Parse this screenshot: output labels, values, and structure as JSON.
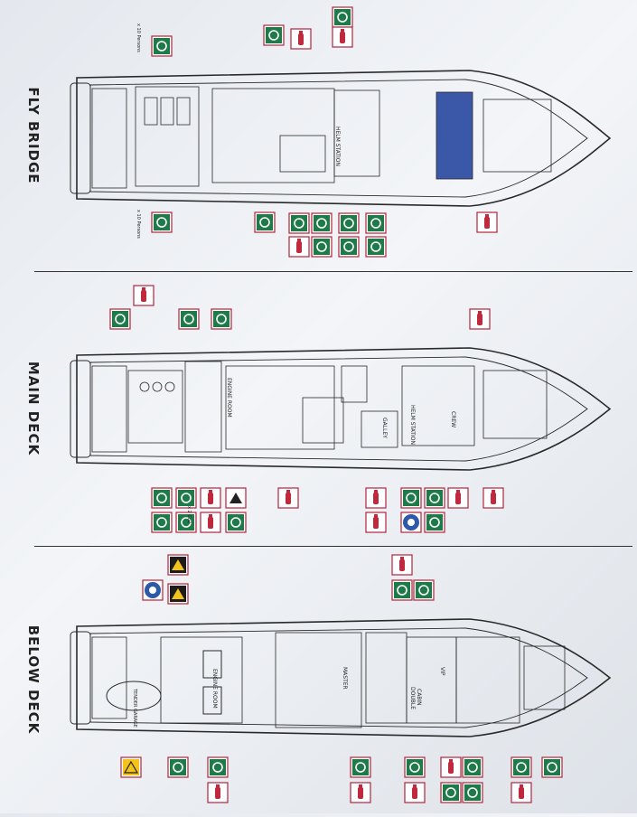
{
  "decks": {
    "fly_bridge": {
      "title": "FLY BRIDGE",
      "labels": {
        "helm_station": "HELM STATION",
        "raft_capacity_top": "x 10 Persons",
        "raft_capacity_bottom": "x 10 Persons"
      }
    },
    "main_deck": {
      "title": "MAIN DECK",
      "labels": {
        "engine_room": "ENGINE ROOM",
        "galley": "GALLEY",
        "helm_station": "HELM STATION",
        "crew": "CREW",
        "fire_extinguisher_count": "x 2 Co2"
      }
    },
    "below_deck": {
      "title": "BELOW DECK",
      "labels": {
        "engine_room": "ENGINE ROOM",
        "master": "MASTER",
        "vip": "VIP",
        "double": "DOUBLE",
        "cabin": "CABIN",
        "tender_label": "TENDER GARAGE"
      }
    }
  },
  "colors": {
    "sign_green": "#1f7a4a",
    "sign_red_border": "#b0243c",
    "fire_red": "#c0283d",
    "window_blue": "#3b57a8",
    "warning_yellow": "#f3c21b",
    "line": "#2a2a2a"
  },
  "icons": [
    "life-ring-icon",
    "fire-extinguisher-icon",
    "co2-extinguisher-icon",
    "life-raft-icon",
    "muster-point-icon",
    "emergency-exit-icon",
    "first-aid-icon",
    "fire-hose-icon",
    "first-aid-kit-icon",
    "warning-triangle-icon",
    "no-smoking-icon",
    "ladder-icon",
    "lifebuoy-hook-icon",
    "hazard-icon"
  ]
}
